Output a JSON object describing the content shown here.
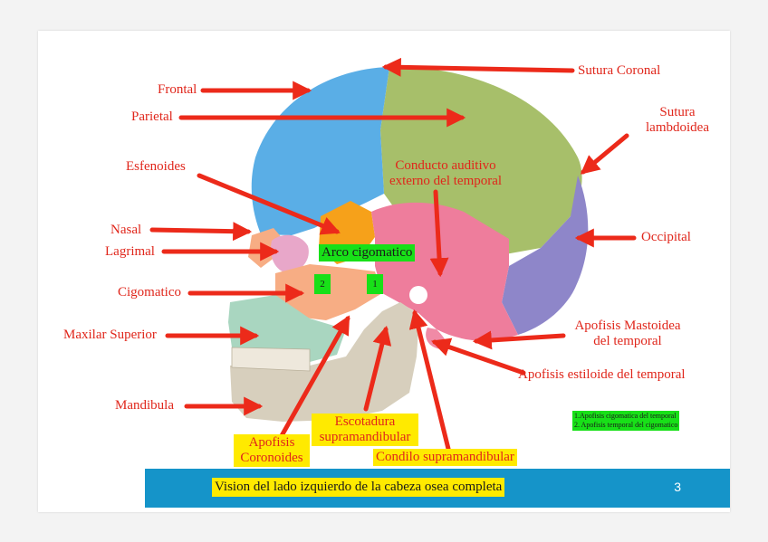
{
  "labels": {
    "frontal": "Frontal",
    "parietal": "Parietal",
    "sutura_coronal": "Sutura Coronal",
    "sutura_lambdoidea_1": "Sutura",
    "sutura_lambdoidea_2": "lambdoidea",
    "esfenoides": "Esfenoides",
    "conducto_1": "Conducto auditivo",
    "conducto_2": "externo del temporal",
    "nasal": "Nasal",
    "lagrimal": "Lagrimal",
    "occipital": "Occipital",
    "arco_cigomatico": "Arco cigomatico",
    "cigomatico": "Cigomatico",
    "maxilar_superior": "Maxilar Superior",
    "apofisis_mastoidea_1": "Apofisis Mastoidea",
    "apofisis_mastoidea_2": "del temporal",
    "apofisis_estiloide": "Apofisis estiloide del temporal",
    "mandibula": "Mandibula",
    "escotadura_1": "Escotadura",
    "escotadura_2": "supramandibular",
    "apofisis_coronoides_1": "Apofisis",
    "apofisis_coronoides_2": "Coronoides",
    "condilo": "Condilo supramandibular",
    "num_1": "1",
    "num_2": "2"
  },
  "legend": {
    "line1": "1.Apofisis cigomatica del temporal",
    "line2": "2. Apofisis temporal del cigomatico"
  },
  "banner": {
    "title": "Vision  del lado izquierdo de la cabeza osea completa",
    "page_number": "3"
  },
  "colors": {
    "label_red": "#e0261b",
    "highlight_yellow": "#ffea00",
    "highlight_green": "#18e018",
    "banner_blue": "#1594c9",
    "frontal_blue": "#5aaee6",
    "parietal_green": "#a7bf6a",
    "occipital_purple": "#8e86c9",
    "temporal_pink": "#ee7d9c",
    "sphenoid_orange": "#f6a11a",
    "zygomatic_salmon": "#f7ad84",
    "maxilla_teal": "#a9d6c0",
    "mandible_beige": "#d7cfbd"
  }
}
